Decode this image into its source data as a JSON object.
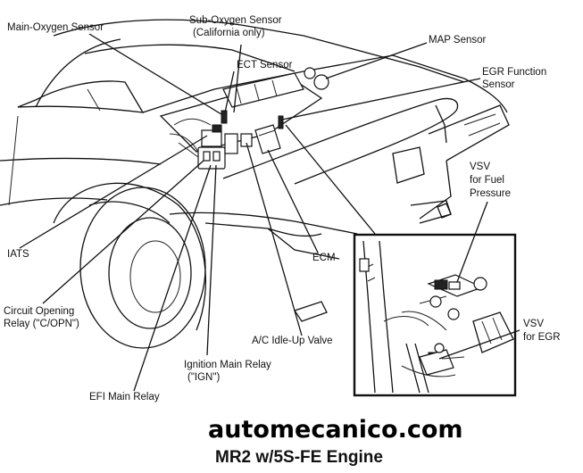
{
  "labels": {
    "main_o2": "Main-Oxygen Sensor",
    "sub_o2_1": "Sub-Oxygen Sensor",
    "sub_o2_2": "(California only)",
    "map": "MAP Sensor",
    "ect": "ECT Sensor",
    "egr_func_1": "EGR Function",
    "egr_func_2": "Sensor",
    "vsv_fuel_1": "VSV",
    "vsv_fuel_2": "for Fuel",
    "vsv_fuel_3": "Pressure",
    "iats": "IATS",
    "ecm": "ECM",
    "cop_1": "Circuit Opening",
    "cop_2": "Relay (\"C/OPN\")",
    "vsv_egr_1": "VSV",
    "vsv_egr_2": "for EGR",
    "ac_idle": "A/C Idle-Up Valve",
    "ign_1": "Ignition Main Relay",
    "ign_2": "(\"IGN\")",
    "efi": "EFI Main Relay"
  },
  "watermark": "automecanico.com",
  "caption": "MR2 w/5S-FE Engine"
}
